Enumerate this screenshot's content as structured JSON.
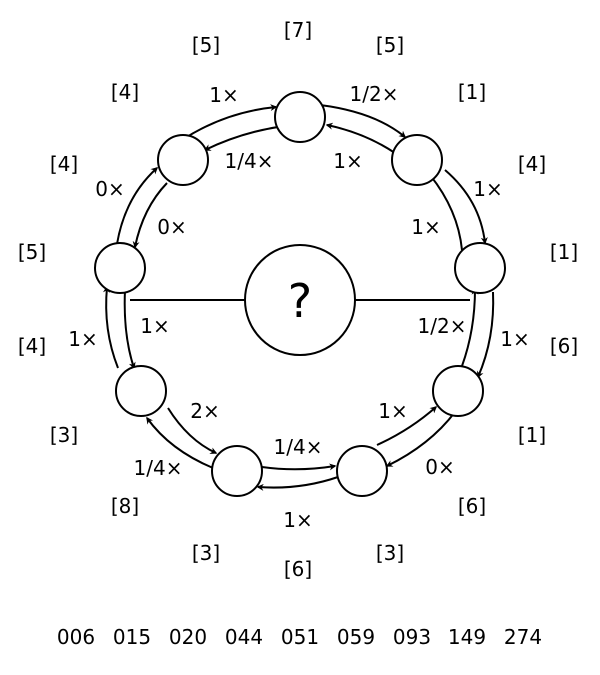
{
  "puzzle": {
    "center_label": "?",
    "bracket_labels": [
      "[7]",
      "[5]",
      "[1]",
      "[4]",
      "[1]",
      "[6]",
      "[1]",
      "[6]",
      "[3]",
      "[6]",
      "[3]",
      "[8]",
      "[3]",
      "[4]",
      "[5]",
      "[4]",
      "[4]",
      "[5]"
    ],
    "arrow_labels": {
      "ab_out": "1/2×",
      "ab_in": "1×",
      "bc_out": "1×",
      "bc_in": "1×",
      "cd_out": "1×",
      "cd_in": "1/2×",
      "de_out": "0×",
      "de_in": "1×",
      "ef_out": "1×",
      "ef_in": "1/4×",
      "fg_out": "1/4×",
      "fg_in": "2×",
      "gh_out": "1×",
      "gh_in": "1×",
      "hi_out": "0×",
      "hi_in": "0×",
      "ia_out": "1×",
      "ia_in": "1/4×"
    },
    "answer_options": [
      "006",
      "015",
      "020",
      "044",
      "051",
      "059",
      "093",
      "149",
      "274"
    ]
  }
}
